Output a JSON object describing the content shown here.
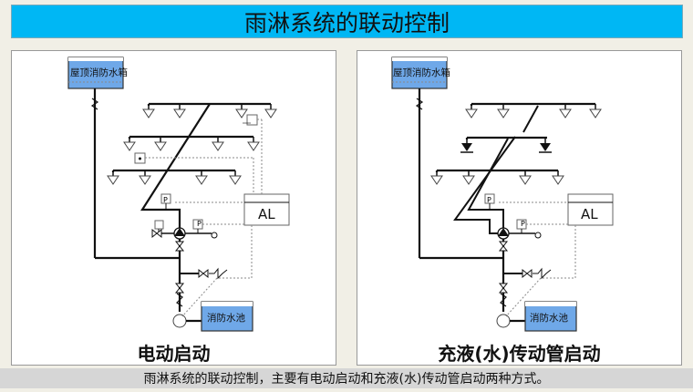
{
  "title": "雨淋系统的联动控制",
  "colors": {
    "title_bar": "#00b7f4",
    "tank_fill": "#6fa8e8"
  },
  "left_panel": {
    "roof_tank": "屋顶消防水箱",
    "pool": "消防水池",
    "alarm": "AL",
    "pressure_switch": "P",
    "label": "电动启动"
  },
  "right_panel": {
    "roof_tank": "屋顶消防水箱",
    "pool": "消防水池",
    "alarm": "AL",
    "pressure_switch": "P",
    "label": "充液(水)传动管启动"
  },
  "footer": "雨淋系统的联动控制，主要有电动启动和充液(水)传动管启动两种方式。"
}
